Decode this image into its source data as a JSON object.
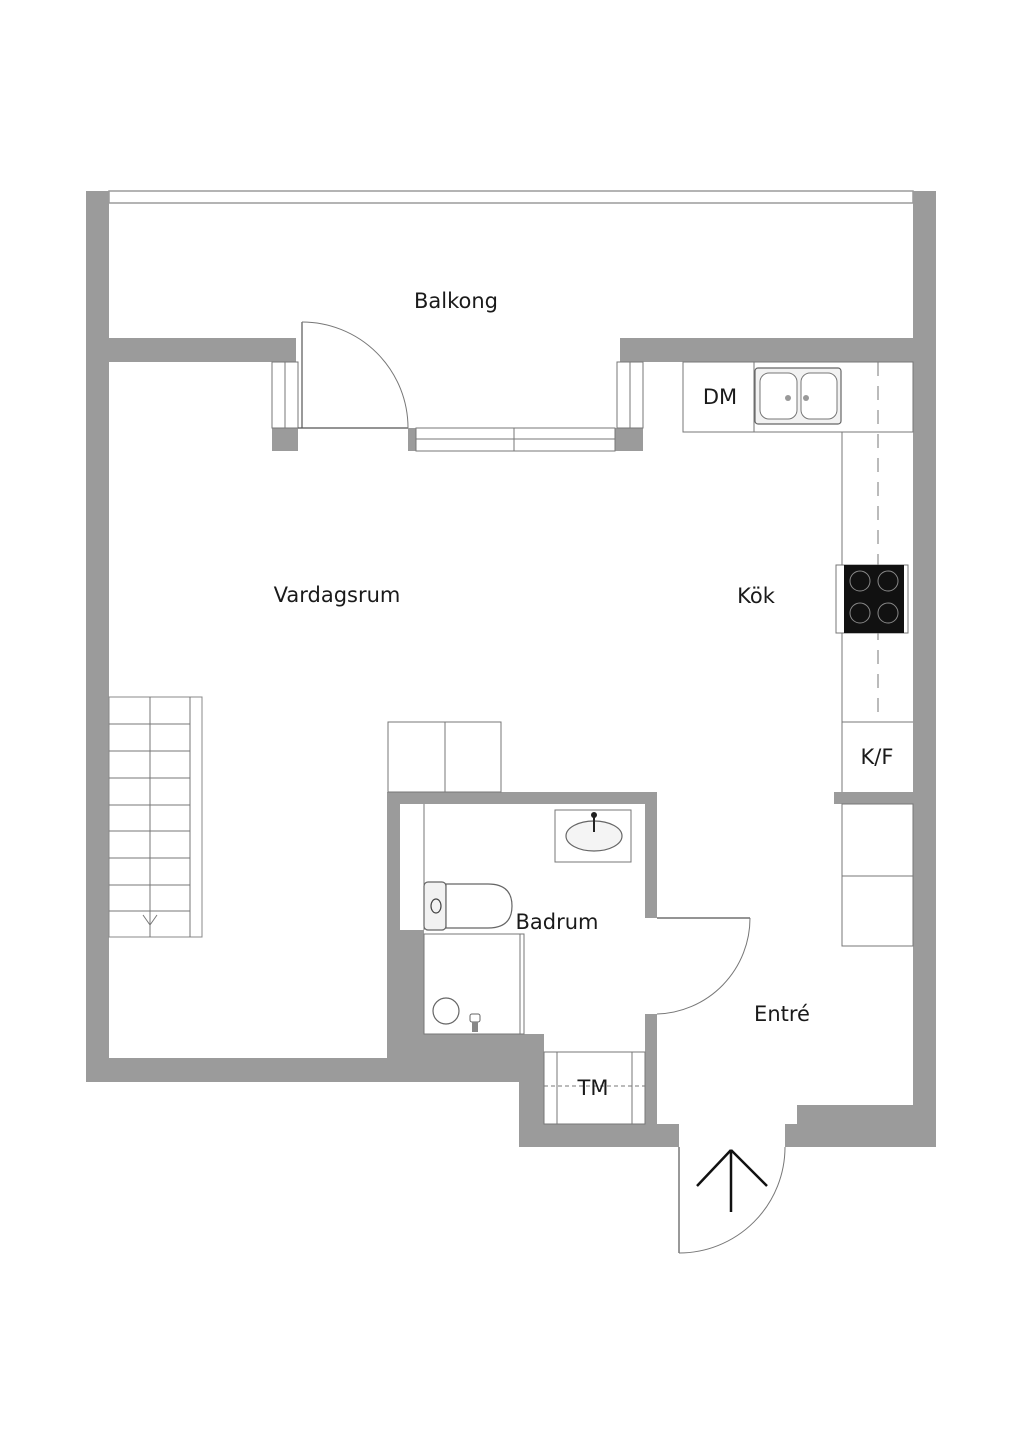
{
  "rooms": {
    "balkong": "Balkong",
    "vardagsrum": "Vardagsrum",
    "kok": "Kök",
    "badrum": "Badrum",
    "entre": "Entré"
  },
  "fixtures": {
    "dm": "DM",
    "kf": "K/F",
    "tm": "TM"
  },
  "colors": {
    "wall": "#9b9b9b",
    "stove": "#111111",
    "line": "#555555"
  }
}
